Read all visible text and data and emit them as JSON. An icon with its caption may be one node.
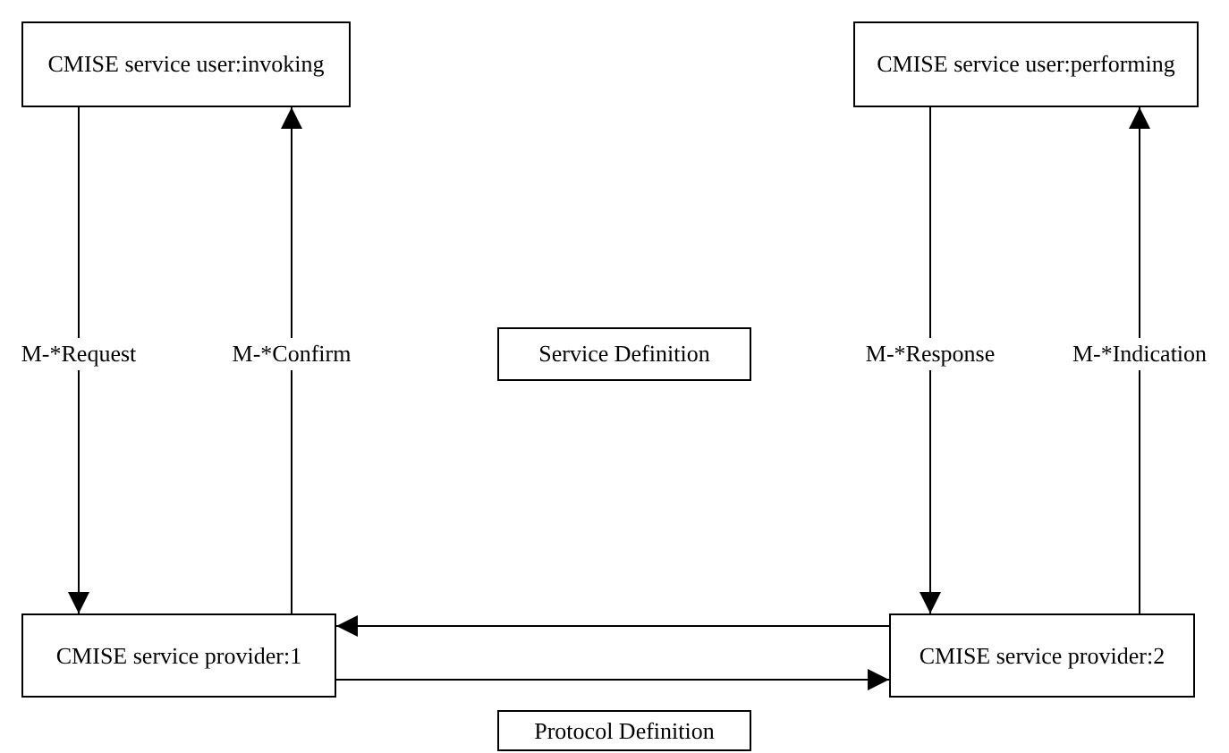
{
  "diagram": {
    "nodes": [
      {
        "text": [
          "CMISE service user:invoking"
        ]
      },
      {
        "text": [
          "CMISE service user:performing"
        ]
      },
      {
        "text": [
          "Service Definition"
        ]
      },
      {
        "text": [
          "CMISE service provider:1"
        ]
      },
      {
        "text": [
          "CMISE service provider:2"
        ]
      },
      {
        "text": [
          "Protocol Definition"
        ]
      }
    ],
    "edges": [
      {
        "from": 0,
        "to": 3,
        "arrow": "to",
        "label": "M-*Request"
      },
      {
        "from": 3,
        "to": 0,
        "arrow": "to",
        "label": "M-*Confirm"
      },
      {
        "from": 1,
        "to": 4,
        "arrow": "to",
        "label": "M-*Response"
      },
      {
        "from": 4,
        "to": 1,
        "arrow": "to",
        "label": "M-*Indication"
      },
      {
        "from": 4,
        "to": 3,
        "arrow": "to"
      },
      {
        "from": 3,
        "to": 4,
        "arrow": "to"
      }
    ]
  }
}
